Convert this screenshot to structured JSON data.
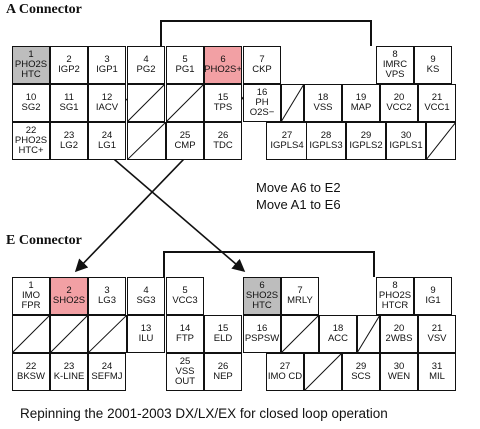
{
  "connectorA": {
    "title": "A Connector",
    "pins": [
      {
        "num": "1",
        "label": "PHO2S HTC"
      },
      {
        "num": "2",
        "label": "IGP2"
      },
      {
        "num": "3",
        "label": "IGP1"
      },
      {
        "num": "4",
        "label": "PG2"
      },
      {
        "num": "5",
        "label": "PG1"
      },
      {
        "num": "6",
        "label": "PHO2S+"
      },
      {
        "num": "7",
        "label": "CKP"
      },
      {
        "num": "8",
        "label": "IMRC VPS"
      },
      {
        "num": "9",
        "label": "KS"
      },
      {
        "num": "10",
        "label": "SG2"
      },
      {
        "num": "11",
        "label": "SG1"
      },
      {
        "num": "12",
        "label": "IACV"
      },
      {
        "num": "15",
        "label": "TPS"
      },
      {
        "num": "16",
        "label": "PH O2S−"
      },
      {
        "num": "18",
        "label": "VSS"
      },
      {
        "num": "19",
        "label": "MAP"
      },
      {
        "num": "20",
        "label": "VCC2"
      },
      {
        "num": "21",
        "label": "VCC1"
      },
      {
        "num": "22",
        "label": "PHO2S HTC+"
      },
      {
        "num": "23",
        "label": "LG2"
      },
      {
        "num": "24",
        "label": "LG1"
      },
      {
        "num": "25",
        "label": "CMP"
      },
      {
        "num": "26",
        "label": "TDC"
      },
      {
        "num": "27",
        "label": "IGPLS4"
      },
      {
        "num": "28",
        "label": "IGPLS3"
      },
      {
        "num": "29",
        "label": "IGPLS2"
      },
      {
        "num": "30",
        "label": "IGPLS1"
      }
    ]
  },
  "connectorE": {
    "title": "E Connector",
    "pins": [
      {
        "num": "1",
        "label": "IMO FPR"
      },
      {
        "num": "2",
        "label": "SHO2S"
      },
      {
        "num": "3",
        "label": "LG3"
      },
      {
        "num": "4",
        "label": "SG3"
      },
      {
        "num": "5",
        "label": "VCC3"
      },
      {
        "num": "6",
        "label": "SHO2S HTC"
      },
      {
        "num": "7",
        "label": "MRLY"
      },
      {
        "num": "8",
        "label": "PHO2S HTCR"
      },
      {
        "num": "9",
        "label": "IG1"
      },
      {
        "num": "13",
        "label": "ILU"
      },
      {
        "num": "14",
        "label": "FTP"
      },
      {
        "num": "15",
        "label": "ELD"
      },
      {
        "num": "16",
        "label": "PSPSW"
      },
      {
        "num": "18",
        "label": "ACC"
      },
      {
        "num": "20",
        "label": "2WBS"
      },
      {
        "num": "21",
        "label": "VSV"
      },
      {
        "num": "22",
        "label": "BKSW"
      },
      {
        "num": "23",
        "label": "K-LINE"
      },
      {
        "num": "24",
        "label": "SEFMJ"
      },
      {
        "num": "25",
        "label": "VSS OUT"
      },
      {
        "num": "26",
        "label": "NEP"
      },
      {
        "num": "27",
        "label": "IMO CD"
      },
      {
        "num": "29",
        "label": "SCS"
      },
      {
        "num": "30",
        "label": "WEN"
      },
      {
        "num": "31",
        "label": "MIL"
      }
    ]
  },
  "instructions": [
    "Move A6 to E2",
    "Move A1 to E6"
  ],
  "caption": "Repinning the 2001-2003 DX/LX/EX for closed loop operation",
  "colors": {
    "highlight_red": "#f2a0a4",
    "highlight_gray": "#bdbdbd"
  }
}
